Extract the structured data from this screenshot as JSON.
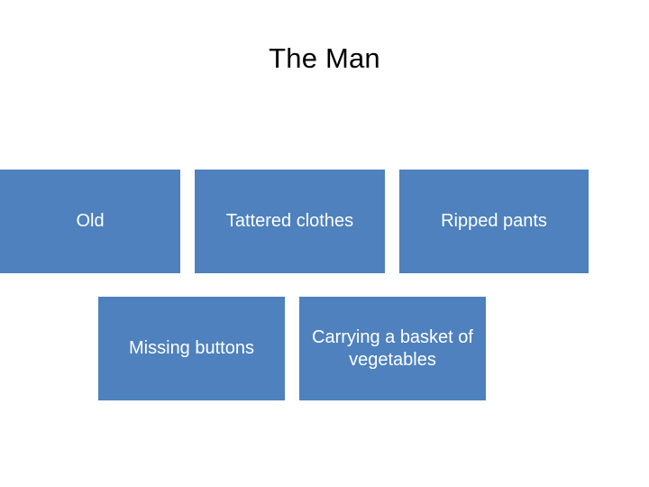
{
  "slide": {
    "title": "The Man",
    "background_color": "#ffffff",
    "node_color": "#4e81bd",
    "node_text_color": "#ffffff"
  },
  "nodes": [
    {
      "id": "old",
      "label": "Old"
    },
    {
      "id": "tattered",
      "label": "Tattered clothes"
    },
    {
      "id": "ripped",
      "label": "Ripped pants"
    },
    {
      "id": "missing",
      "label": "Missing buttons"
    },
    {
      "id": "carrying",
      "label": "Carrying a basket of vegetables"
    }
  ]
}
